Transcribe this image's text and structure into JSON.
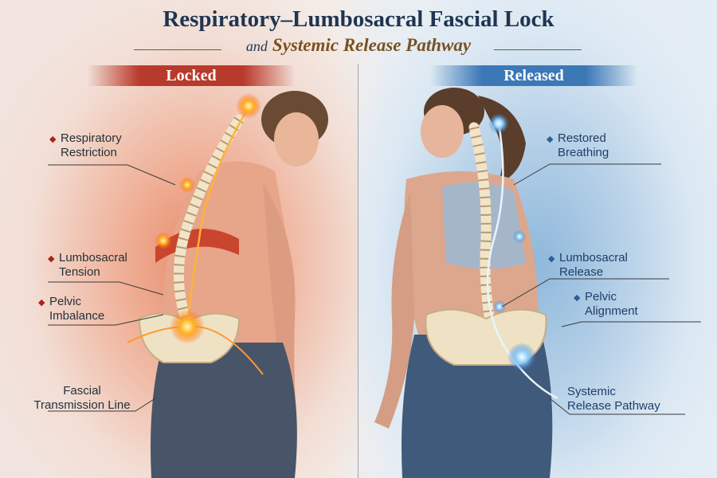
{
  "header": {
    "title": "Respiratory–Lumbosacral Fascial Lock",
    "subtitle_and": "and",
    "subtitle_main": "Systemic Release Pathway"
  },
  "panels": {
    "locked": {
      "banner": "Locked",
      "accent_color": "#b83a2c",
      "labels": [
        {
          "line1": "Respiratory",
          "line2": "Restriction",
          "marker": "diamond"
        },
        {
          "line1": "Lumbosacral",
          "line2": "Tension",
          "marker": "diamond"
        },
        {
          "line1": "Pelvic",
          "line2": "Imbalance",
          "marker": "diamond"
        },
        {
          "line1": "Fascial",
          "line2": "Transmission Line",
          "marker": "none"
        }
      ]
    },
    "released": {
      "banner": "Released",
      "accent_color": "#3d78b6",
      "labels": [
        {
          "line1": "Restored",
          "line2": "Breathing",
          "marker": "diamond"
        },
        {
          "line1": "Lumbosacral",
          "line2": "Release",
          "marker": "diamond"
        },
        {
          "line1": "Pelvic",
          "line2": "Alignment",
          "marker": "diamond"
        },
        {
          "line1": "Systemic",
          "line2": "Release Pathway",
          "marker": "none"
        }
      ]
    }
  },
  "icons": {
    "label_marker": "diamond-icon",
    "energy_point": "glow-spark-icon"
  }
}
